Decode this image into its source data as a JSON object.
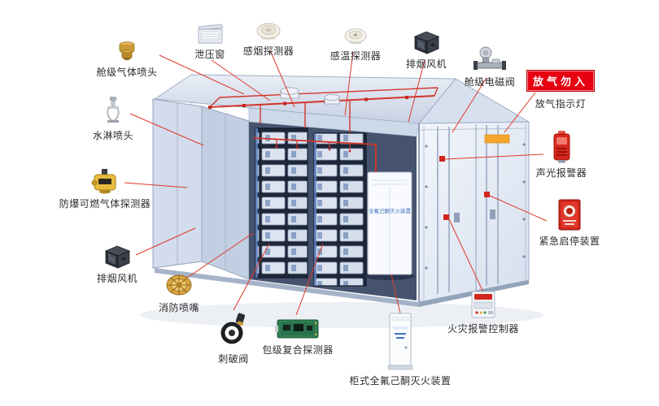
{
  "sign": {
    "text": "放气勿入"
  },
  "container": {
    "cabinet_text": "全氟己酮灭火装置"
  },
  "colors": {
    "leader_red": "#e0392b",
    "sign_red": "#e60012",
    "marker_red": "#d2261c"
  },
  "components": [
    {
      "id": "cabin-gas-nozzle",
      "label": "舱级气体喷头"
    },
    {
      "id": "pressure-relief-window",
      "label": "泄压窗"
    },
    {
      "id": "smoke-detector",
      "label": "感烟探测器"
    },
    {
      "id": "heat-detector",
      "label": "感温探测器"
    },
    {
      "id": "exhaust-fan-top",
      "label": "排烟风机"
    },
    {
      "id": "cabin-solenoid-valve",
      "label": "舱级电磁阀"
    },
    {
      "id": "gas-release-indicator",
      "label": "放气指示灯"
    },
    {
      "id": "sound-light-alarm",
      "label": "声光报警器"
    },
    {
      "id": "emergency-stop",
      "label": "紧急启停装置"
    },
    {
      "id": "fire-alarm-controller",
      "label": "火灾报警控制器"
    },
    {
      "id": "cabinet-extinguisher",
      "label": "柜式全氟己酮灭火装置"
    },
    {
      "id": "pack-detector",
      "label": "包级复合探测器"
    },
    {
      "id": "puncture-valve",
      "label": "刺破阀"
    },
    {
      "id": "fire-nozzle",
      "label": "消防喷嘴"
    },
    {
      "id": "exhaust-fan-left",
      "label": "排烟风机"
    },
    {
      "id": "combustible-gas-detector",
      "label": "防爆可燃气体探测器"
    },
    {
      "id": "water-sprinkler",
      "label": "水淋喷头"
    }
  ]
}
